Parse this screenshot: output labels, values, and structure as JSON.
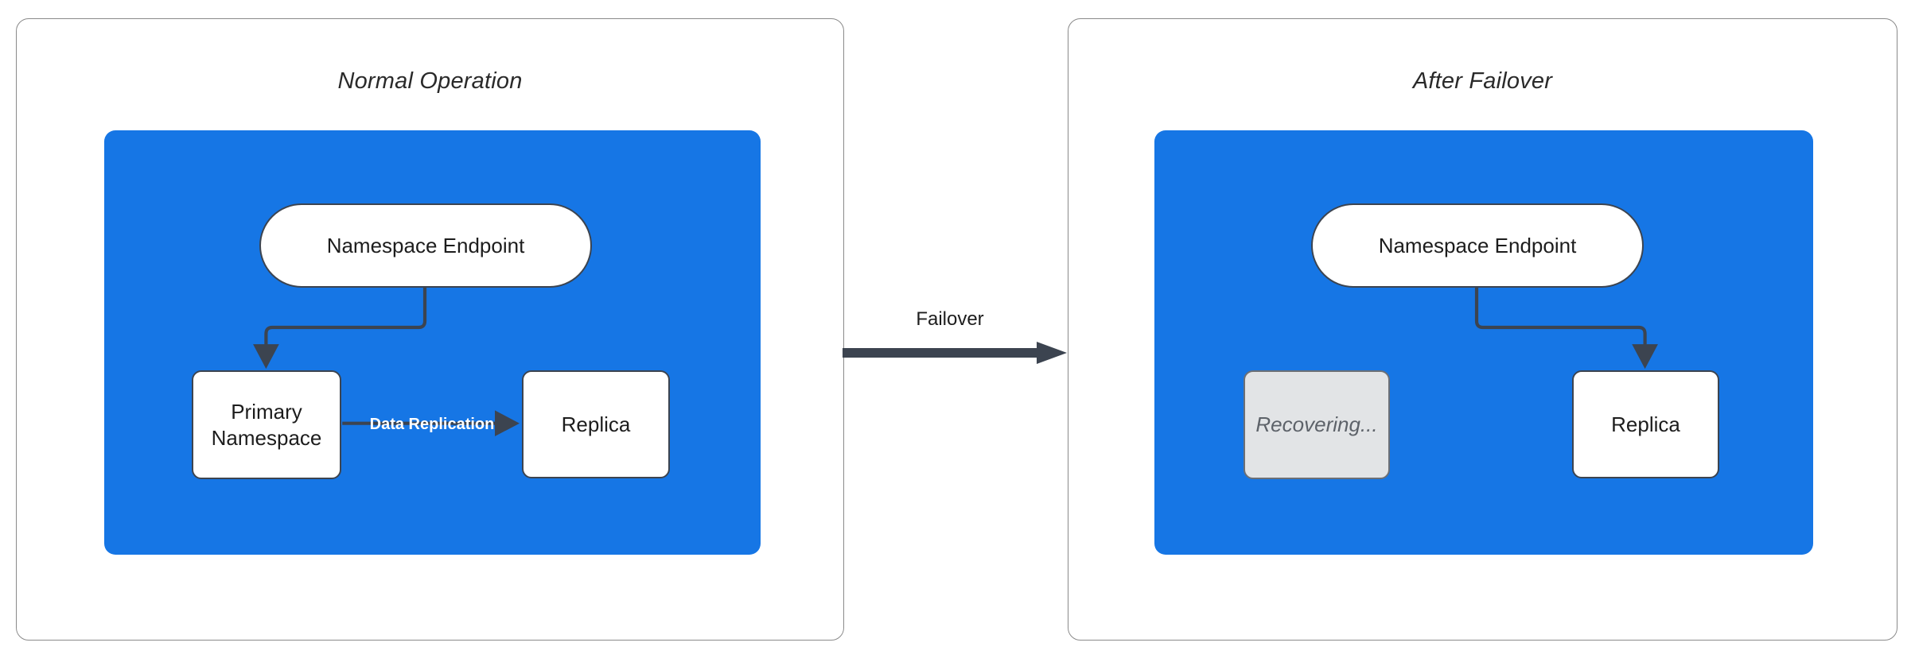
{
  "diagram": {
    "title_left": "Normal Operation",
    "title_right": "After Failover",
    "transition_label": "Failover",
    "colors": {
      "region_blue": "#1676e5",
      "node_stroke": "#3c4450",
      "node_fill": "#ffffff",
      "muted_fill": "#e2e4e6",
      "muted_text": "#5d6269",
      "panel_border": "#8a8a8a",
      "replication_label": "#ffffff",
      "background": "#ffffff"
    },
    "panels": [
      {
        "id": "normal-operation",
        "title": "Normal Operation",
        "nodes": [
          {
            "id": "namespace-endpoint-left",
            "label": "Namespace Endpoint",
            "shape": "pill",
            "state": "active"
          },
          {
            "id": "primary-namespace",
            "label": "Primary\nNamespace",
            "shape": "rectangle",
            "state": "active"
          },
          {
            "id": "replica-left",
            "label": "Replica",
            "shape": "rectangle",
            "state": "active"
          }
        ],
        "edges": [
          {
            "from": "namespace-endpoint-left",
            "to": "primary-namespace",
            "label": ""
          },
          {
            "from": "primary-namespace",
            "to": "replica-left",
            "label": "Data Replication"
          }
        ]
      },
      {
        "id": "after-failover",
        "title": "After Failover",
        "nodes": [
          {
            "id": "namespace-endpoint-right",
            "label": "Namespace Endpoint",
            "shape": "pill",
            "state": "active"
          },
          {
            "id": "recovering",
            "label": "Recovering...",
            "shape": "rectangle",
            "state": "recovering"
          },
          {
            "id": "replica-right",
            "label": "Replica",
            "shape": "rectangle",
            "state": "active"
          }
        ],
        "edges": [
          {
            "from": "namespace-endpoint-right",
            "to": "replica-right",
            "label": ""
          }
        ]
      }
    ],
    "labels": {
      "namespace_endpoint": "Namespace Endpoint",
      "primary_namespace_line1": "Primary",
      "primary_namespace_line2": "Namespace",
      "replica": "Replica",
      "recovering": "Recovering...",
      "data_replication": "Data Replication"
    }
  }
}
